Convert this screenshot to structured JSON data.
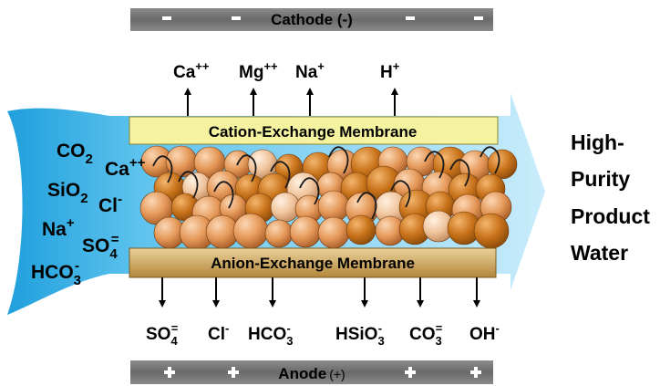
{
  "cathode": {
    "label": "Cathode (-)",
    "sign": "-"
  },
  "anode": {
    "label": "Anode",
    "sign_suffix": "(+)",
    "sign": "+"
  },
  "cation_membrane": {
    "label": "Cation-Exchange Membrane"
  },
  "anion_membrane": {
    "label": "Anion-Exchange Membrane"
  },
  "cations_out": [
    {
      "base": "Ca",
      "sub": "",
      "sup": "++"
    },
    {
      "base": "Mg",
      "sub": "",
      "sup": "++"
    },
    {
      "base": "Na",
      "sub": "",
      "sup": "+"
    },
    {
      "base": "H",
      "sub": "",
      "sup": "+"
    }
  ],
  "anions_out": [
    {
      "base": "SO",
      "sub": "4",
      "sup": "="
    },
    {
      "base": "Cl",
      "sub": "",
      "sup": "-"
    },
    {
      "base": "HCO",
      "sub": "3",
      "sup": "-"
    },
    {
      "base": "HSiO",
      "sub": "3",
      "sup": "-"
    },
    {
      "base": "CO",
      "sub": "3",
      "sup": "="
    },
    {
      "base": "OH",
      "sub": "",
      "sup": "-"
    }
  ],
  "feed_species": [
    {
      "base": "CO",
      "sub": "2",
      "sup": ""
    },
    {
      "base": "Ca",
      "sub": "",
      "sup": "++"
    },
    {
      "base": "SiO",
      "sub": "2",
      "sup": ""
    },
    {
      "base": "Cl",
      "sub": "",
      "sup": "-"
    },
    {
      "base": "Na",
      "sub": "",
      "sup": "+"
    },
    {
      "base": "SO",
      "sub": "4",
      "sup": "="
    },
    {
      "base": "HCO",
      "sub": "3",
      "sup": "-"
    }
  ],
  "product": {
    "line1": "High-",
    "line2": "Purity",
    "line3": "Product",
    "line4": "Water"
  },
  "colors": {
    "electrode": "#6e6e6e",
    "cation_membrane": "#f6f3a0",
    "anion_membrane_top": "#e7c98c",
    "anion_membrane_bottom": "#b88a3c",
    "flow_light": "#c9ecfb",
    "flow_dark": "#1f9fdc",
    "bead_dark": "#b8640c",
    "bead_mid": "#df8d4a",
    "bead_light": "#f2c7a1"
  },
  "icons": {
    "arrow_up": "arrow-up-icon",
    "arrow_down": "arrow-down-icon",
    "flow": "water-flow-arrow-icon",
    "bead": "resin-bead-icon"
  }
}
